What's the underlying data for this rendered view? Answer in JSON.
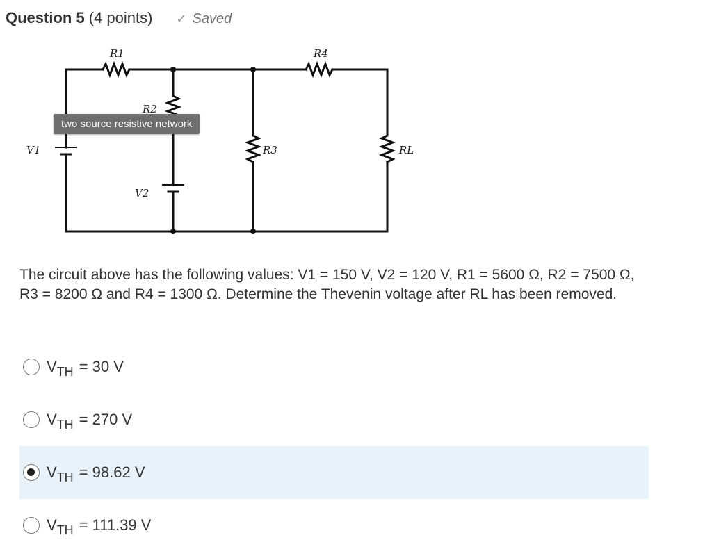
{
  "question": {
    "title": "Question 5",
    "points": "(4 points)",
    "saved": "Saved",
    "text": "The circuit above has the following values: V1 = 150 V, V2 = 120 V, R1 = 5600 Ω, R2 = 7500 Ω, R3 = 8200 Ω and R4 = 1300 Ω. Determine the Thevenin voltage after RL has been removed."
  },
  "circuit": {
    "labels": {
      "r1": "R1",
      "r2": "R2",
      "r3": "R3",
      "r4": "R4",
      "rl": "RL",
      "v1": "V1",
      "v2": "V2"
    },
    "tooltip": "two source resistive network"
  },
  "options": [
    {
      "v": "V",
      "sub": "TH",
      "rest": "= 30 V",
      "selected": false
    },
    {
      "v": "V",
      "sub": "TH",
      "rest": "= 270 V",
      "selected": false
    },
    {
      "v": "V",
      "sub": "TH",
      "rest": "= 98.62 V",
      "selected": true
    },
    {
      "v": "V",
      "sub": "TH",
      "rest": "= 111.39 V",
      "selected": false
    }
  ],
  "colors": {
    "selected_background": "#e8f2fb",
    "tooltip_background": "#6e6e6e",
    "saved_text": "#6f6f6f"
  },
  "icons": {
    "saved": "check-icon"
  }
}
